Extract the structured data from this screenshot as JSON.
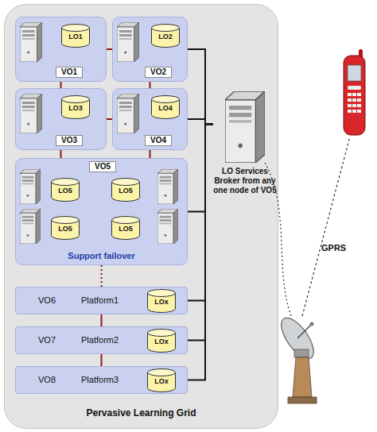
{
  "diagram": {
    "nodes": [
      {
        "text": [
          "Pervasive Learning Grid"
        ]
      },
      {
        "text": [
          "VO1"
        ],
        "in": 0
      },
      {
        "text": [
          "LO1"
        ],
        "in": 1
      },
      {
        "text": [
          "VO2"
        ],
        "in": 0
      },
      {
        "text": [
          "LO2"
        ],
        "in": 3
      },
      {
        "text": [
          "VO3"
        ],
        "in": 0
      },
      {
        "text": [
          "LO3"
        ],
        "in": 5
      },
      {
        "text": [
          "VO4"
        ],
        "in": 0
      },
      {
        "text": [
          "LO4"
        ],
        "in": 7
      },
      {
        "text": [
          "VO5",
          "Support failover"
        ],
        "in": 0
      },
      {
        "text": [
          "LO5"
        ],
        "in": 9
      },
      {
        "text": [
          "LO5"
        ],
        "in": 9
      },
      {
        "text": [
          "LO5"
        ],
        "in": 9
      },
      {
        "text": [
          "LO5"
        ],
        "in": 9
      },
      {
        "text": [
          "VO6",
          "Platform1"
        ],
        "in": 0
      },
      {
        "text": [
          "LOx"
        ],
        "in": 14
      },
      {
        "text": [
          "VO7",
          "Platform2"
        ],
        "in": 0
      },
      {
        "text": [
          "LOx"
        ],
        "in": 16
      },
      {
        "text": [
          "VO8",
          "Platform3"
        ],
        "in": 0
      },
      {
        "text": [
          "LOx"
        ],
        "in": 18
      },
      {
        "text": [
          "LO Services Broker from any one node of VO5"
        ]
      }
    ],
    "edges": [
      {
        "from": 1,
        "to": 3,
        "arrow": "none"
      },
      {
        "from": 1,
        "to": 5,
        "arrow": "none"
      },
      {
        "from": 3,
        "to": 7,
        "arrow": "none"
      },
      {
        "from": 5,
        "to": 7,
        "arrow": "none"
      },
      {
        "from": 5,
        "to": 9,
        "arrow": "none"
      },
      {
        "from": 7,
        "to": 9,
        "arrow": "none"
      },
      {
        "from": 9,
        "to": 14,
        "arrow": "none"
      },
      {
        "from": 14,
        "to": 16,
        "arrow": "none"
      },
      {
        "from": 16,
        "to": 18,
        "arrow": "none"
      },
      {
        "from": 3,
        "to": 20,
        "arrow": "none"
      },
      {
        "from": 7,
        "to": 20,
        "arrow": "none"
      },
      {
        "from": 9,
        "to": 20,
        "arrow": "none"
      },
      {
        "from": 14,
        "to": 20,
        "arrow": "none"
      },
      {
        "from": 16,
        "to": 20,
        "arrow": "none"
      },
      {
        "from": 18,
        "to": 20,
        "arrow": "none"
      }
    ],
    "labels": [
      "GPRS"
    ]
  }
}
